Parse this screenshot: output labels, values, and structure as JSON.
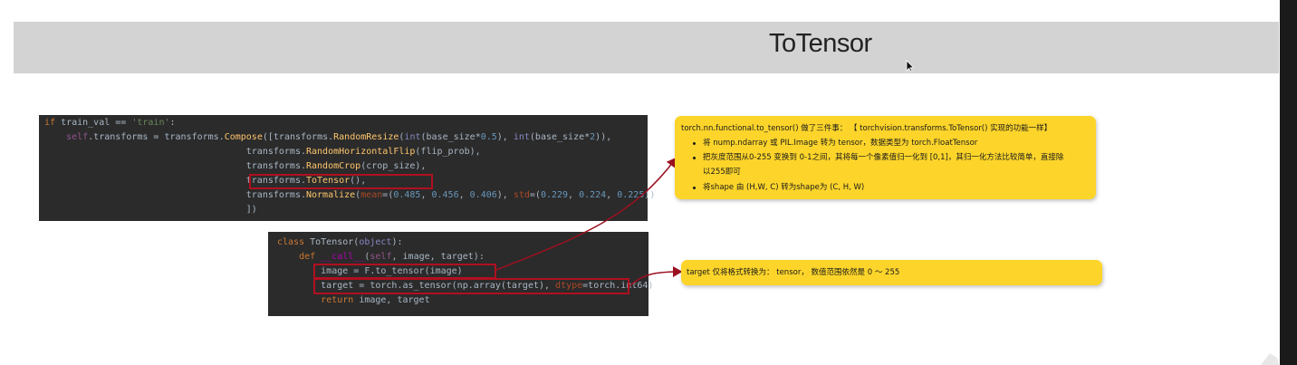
{
  "slide": {
    "title": "ToTensor"
  },
  "code_top": {
    "lines": [
      [
        {
          "c": "kw",
          "t": "if "
        },
        {
          "c": "",
          "t": "train_val == "
        },
        {
          "c": "str",
          "t": "'train'"
        },
        {
          "c": "",
          "t": ":"
        }
      ],
      [
        {
          "c": "",
          "t": "    "
        },
        {
          "c": "self",
          "t": "self"
        },
        {
          "c": "",
          "t": ".transforms = transforms."
        },
        {
          "c": "fn",
          "t": "Compose"
        },
        {
          "c": "",
          "t": "([transforms."
        },
        {
          "c": "fn",
          "t": "RandomResize"
        },
        {
          "c": "",
          "t": "("
        },
        {
          "c": "bi",
          "t": "int"
        },
        {
          "c": "",
          "t": "(base_size*"
        },
        {
          "c": "num",
          "t": "0.5"
        },
        {
          "c": "",
          "t": "), "
        },
        {
          "c": "bi",
          "t": "int"
        },
        {
          "c": "",
          "t": "(base_size*"
        },
        {
          "c": "num",
          "t": "2"
        },
        {
          "c": "",
          "t": ")),"
        }
      ],
      [
        {
          "c": "",
          "t": "                                     transforms."
        },
        {
          "c": "fn",
          "t": "RandomHorizontalFlip"
        },
        {
          "c": "",
          "t": "(flip_prob),"
        }
      ],
      [
        {
          "c": "",
          "t": "                                     transforms."
        },
        {
          "c": "fn",
          "t": "RandomCrop"
        },
        {
          "c": "",
          "t": "(crop_size),"
        }
      ],
      [
        {
          "c": "",
          "t": "                                     transforms."
        },
        {
          "c": "fn",
          "t": "ToTensor"
        },
        {
          "c": "",
          "t": "(),"
        }
      ],
      [
        {
          "c": "",
          "t": "                                     transforms."
        },
        {
          "c": "fn",
          "t": "Normalize"
        },
        {
          "c": "",
          "t": "("
        },
        {
          "c": "param",
          "t": "mean"
        },
        {
          "c": "",
          "t": "=("
        },
        {
          "c": "num",
          "t": "0.485"
        },
        {
          "c": "",
          "t": ", "
        },
        {
          "c": "num",
          "t": "0.456"
        },
        {
          "c": "",
          "t": ", "
        },
        {
          "c": "num",
          "t": "0.406"
        },
        {
          "c": "",
          "t": "), "
        },
        {
          "c": "param",
          "t": "std"
        },
        {
          "c": "",
          "t": "=("
        },
        {
          "c": "num",
          "t": "0.229"
        },
        {
          "c": "",
          "t": ", "
        },
        {
          "c": "num",
          "t": "0.224"
        },
        {
          "c": "",
          "t": ", "
        },
        {
          "c": "num",
          "t": "0.225"
        },
        {
          "c": "",
          "t": "))"
        }
      ],
      [
        {
          "c": "",
          "t": "                                     ])"
        }
      ]
    ]
  },
  "code_bottom": {
    "lines": [
      [
        {
          "c": "kw",
          "t": "class "
        },
        {
          "c": "",
          "t": "ToTensor("
        },
        {
          "c": "bi",
          "t": "object"
        },
        {
          "c": "",
          "t": "):"
        }
      ],
      [
        {
          "c": "",
          "t": "    "
        },
        {
          "c": "kw",
          "t": "def "
        },
        {
          "c": "dunder",
          "t": "__call__"
        },
        {
          "c": "",
          "t": "("
        },
        {
          "c": "self",
          "t": "self"
        },
        {
          "c": "",
          "t": ", image, target):"
        }
      ],
      [
        {
          "c": "",
          "t": "        image = F.to_tensor(image)"
        }
      ],
      [
        {
          "c": "",
          "t": "        target = torch.as_tensor(np.array(target), "
        },
        {
          "c": "param",
          "t": "dtype"
        },
        {
          "c": "",
          "t": "=torch.int64)"
        }
      ],
      [
        {
          "c": "",
          "t": "        "
        },
        {
          "c": "kw",
          "t": "return "
        },
        {
          "c": "",
          "t": "image, target"
        }
      ]
    ]
  },
  "note_top": {
    "header": "torch.nn.functional.to_tensor() 做了三件事：     【 torchvision.transforms.ToTensor() 实现的功能一样】",
    "bullets": [
      "将 nump.ndarray 或 PIL.Image 转为 tensor，数据类型为 torch.FloatTensor",
      "把灰度范围从0-255 变换到 0-1之间，其将每一个像素值归一化到 [0,1]，其归一化方法比较简单，直接除",
      "以255即可",
      "将shape 由 (H,W, C) 转为shape为 (C, H, W)"
    ]
  },
  "note_bottom": {
    "text": "target 仅将格式转换为： tensor，  数值范围依然是 0 ～ 255"
  },
  "colors": {
    "note_bg": "#fdd52a",
    "highlight_box": "#b01020",
    "arrow": "#9b1020",
    "code_bg": "#2b2b2b",
    "title_bar": "#d3d3d3"
  }
}
